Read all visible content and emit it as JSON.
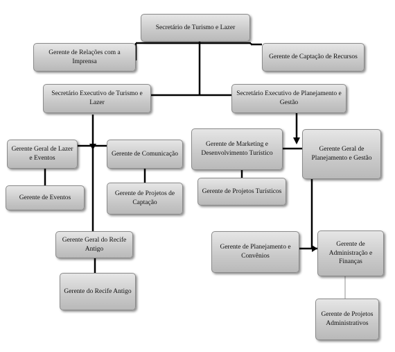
{
  "org_chart": {
    "nodes": {
      "secretario": "Secretário de Turismo e Lazer",
      "relacoes_imprensa": "Gerente de Relações com a Imprensa",
      "captacao_recursos": "Gerente de Captação de Recursos",
      "exec_turismo_lazer": "Secretário Executivo de Turismo e Lazer",
      "exec_planejamento_gestao": "Secretário Executivo de Planejamento e Gestão",
      "lazer_eventos": "Gerente Geral de Lazer e Eventos",
      "comunicacao": "Gerente de Comunicação",
      "marketing": "Gerente de Marketing e Desenvolvimento Turístico",
      "planejamento_gestao": "Gerente Geral de Planejamento e Gestão",
      "eventos": "Gerente de Eventos",
      "projetos_captacao": "Gerente de Projetos de Captação",
      "projetos_turisticos": "Gerente de Projetos Turísticos",
      "recife_antigo_geral": "Gerente Geral do Recife Antigo",
      "planejamento_convenios": "Gerente de Planejamento e Convênios",
      "administracao_financas": "Gerente de Administração e Finanças",
      "recife_antigo": "Gerente do Recife Antigo",
      "projetos_administrativos": "Gerente de Projetos Administrativos"
    }
  }
}
